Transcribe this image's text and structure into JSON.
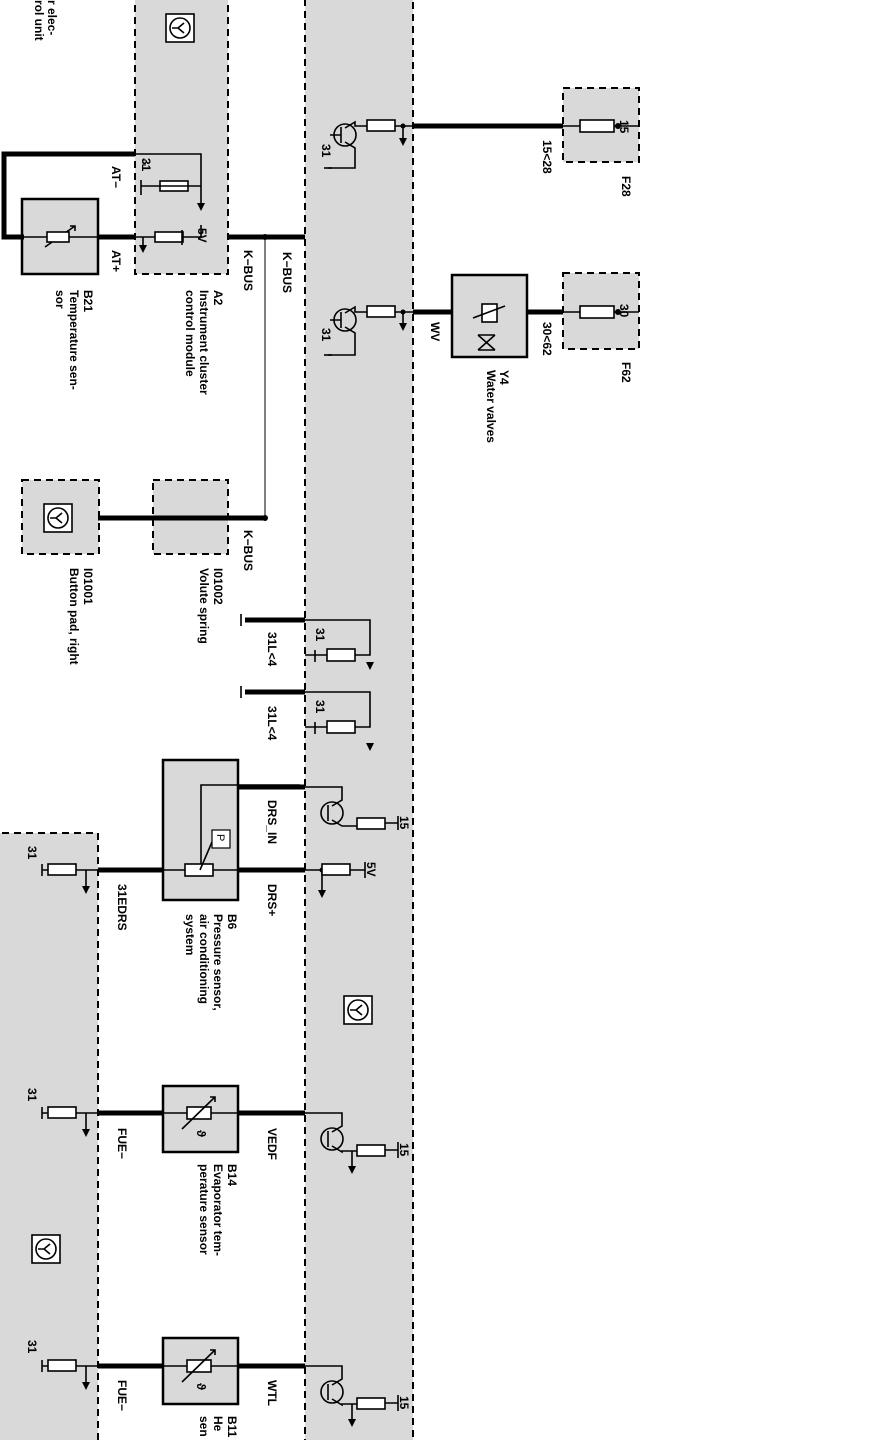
{
  "labels": {
    "a2_fragment_1": "r elec-",
    "a2_fragment_2": "rol unit",
    "at_minus": "AT−",
    "at_plus": "AT+",
    "pin_31_a2": "31",
    "pin_5v_a2": "5V",
    "kbus_1": "K−BUS",
    "kbus_2": "K−BUS",
    "kbus_3": "K−BUS",
    "pin_31_t1": "31",
    "pin_31_t2": "31",
    "fuse_f28_pin": "15",
    "fuse_f28_wire": "15<28",
    "fuse_f28_id": "F28",
    "fuse_f62_pin": "30",
    "fuse_f62_wire": "30<62",
    "fuse_f62_id": "F62",
    "ww": "WV",
    "y4_id": "Y4",
    "y4_desc": "Water valves",
    "b21_id": "B21",
    "b21_desc_1": "Temperature sen-",
    "b21_desc_2": "sor",
    "a2_id": "A2",
    "a2_desc_1": "Instrument cluster",
    "a2_desc_2": "control module",
    "i01001_id": "I01001",
    "i01001_desc": "Button pad, right",
    "i01002_id": "I01002",
    "i01002_desc": "Volute spring",
    "gnd_31l4_a": "31L<4",
    "gnd_31l4_b": "31L<4",
    "pin_31_g1": "31",
    "pin_31_g2": "31",
    "drs_in": "DRS_IN",
    "drs_plus": "DRS+",
    "pin_15_drs": "15",
    "pin_5v_drs": "5V",
    "pin_31_drs": "31",
    "w_31edrs": "31EDRS",
    "b6_id": "B6",
    "b6_desc_1": "Pressure sensor,",
    "b6_desc_2": "air conditioning",
    "b6_desc_3": "system",
    "p_symbol": "P",
    "pin_31_b14": "31",
    "fue_1": "FUE−",
    "vedf": "VEDF",
    "pin_15_b14": "15",
    "b14_id": "B14",
    "b14_desc_1": "Evaporator tem-",
    "b14_desc_2": "perature sensor",
    "pin_31_b11": "31",
    "fue_2": "FUE−",
    "wtl": "WTL",
    "pin_15_b11": "15",
    "b11_id": "B11",
    "b11_desc_1": "He",
    "b11_desc_2": "sen",
    "theta": "ϑ"
  },
  "colors": {
    "module_fill": "#d9d9d9",
    "wire": "#000000",
    "background": "#ffffff"
  }
}
